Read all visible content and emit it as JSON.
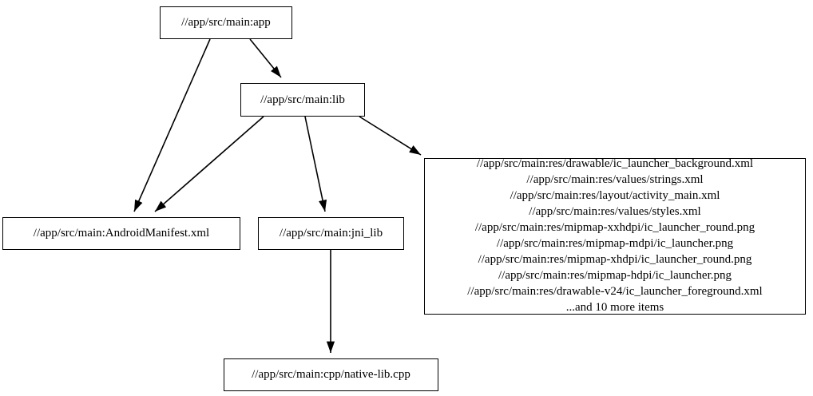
{
  "graph": {
    "type": "directed-dependency-graph",
    "background_color": "#ffffff",
    "node_border_color": "#000000",
    "edge_color": "#000000",
    "nodes": [
      {
        "id": "app",
        "label": "//app/src/main:app"
      },
      {
        "id": "lib",
        "label": "//app/src/main:lib"
      },
      {
        "id": "manifest",
        "label": "//app/src/main:AndroidManifest.xml"
      },
      {
        "id": "jni_lib",
        "label": "//app/src/main:jni_lib"
      },
      {
        "id": "native_lib",
        "label": "//app/src/main:cpp/native-lib.cpp"
      },
      {
        "id": "res_group",
        "label": "//app/src/main:res/drawable/ic_launcher_background.xml\n//app/src/main:res/values/strings.xml\n//app/src/main:res/layout/activity_main.xml\n//app/src/main:res/values/styles.xml\n//app/src/main:res/mipmap-xxhdpi/ic_launcher_round.png\n//app/src/main:res/mipmap-mdpi/ic_launcher.png\n//app/src/main:res/mipmap-xhdpi/ic_launcher_round.png\n//app/src/main:res/mipmap-hdpi/ic_launcher.png\n//app/src/main:res/drawable-v24/ic_launcher_foreground.xml\n...and 10 more items",
        "lines": [
          "//app/src/main:res/drawable/ic_launcher_background.xml",
          "//app/src/main:res/values/strings.xml",
          "//app/src/main:res/layout/activity_main.xml",
          "//app/src/main:res/values/styles.xml",
          "//app/src/main:res/mipmap-xxhdpi/ic_launcher_round.png",
          "//app/src/main:res/mipmap-mdpi/ic_launcher.png",
          "//app/src/main:res/mipmap-xhdpi/ic_launcher_round.png",
          "//app/src/main:res/mipmap-hdpi/ic_launcher.png",
          "//app/src/main:res/drawable-v24/ic_launcher_foreground.xml",
          "...and 10 more items"
        ],
        "overflow_count": 10
      }
    ],
    "edges": [
      {
        "from": "app",
        "to": "manifest"
      },
      {
        "from": "app",
        "to": "lib"
      },
      {
        "from": "lib",
        "to": "manifest"
      },
      {
        "from": "lib",
        "to": "jni_lib"
      },
      {
        "from": "lib",
        "to": "res_group"
      },
      {
        "from": "jni_lib",
        "to": "native_lib"
      }
    ]
  }
}
